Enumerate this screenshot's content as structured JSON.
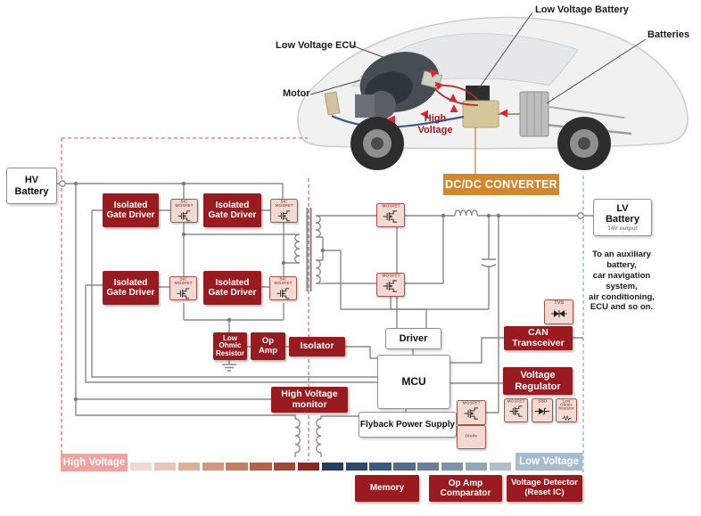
{
  "car": {
    "labels": {
      "low_voltage_battery": "Low Voltage Battery",
      "batteries": "Batteries",
      "low_voltage_ecu": "Low Voltage ECU",
      "motor": "Motor",
      "high_voltage": "High\nVoltage",
      "dcdc_converter": "DC/DC CONVERTER"
    }
  },
  "blocks": {
    "hv_battery": "HV\nBattery",
    "lv_battery": "LV\nBattery",
    "lv_battery_sub": "14V output",
    "isolated_gate_driver": "Isolated\nGate Driver",
    "low_ohmic_resistor": "Low\nOhmic\nResistor",
    "op_amp": "Op\nAmp",
    "isolator": "Isolator",
    "high_voltage_monitor": "High Voltage\nmonitor",
    "driver": "Driver",
    "mcu": "MCU",
    "flyback_power_supply": "Flyback Power Supply",
    "can_transceiver": "CAN\nTransceiver",
    "voltage_regulator": "Voltage\nRegulator",
    "aux_note": "To an auxiliary\nbattery,\ncar navigation\nsystem,\nair conditioning,\nECU and so on."
  },
  "chips": {
    "sic_mosfet": "SiC MOSFET",
    "mosfet": "MOSFET",
    "tvs": "TVS",
    "diode": "Diode",
    "sbd": "SBD",
    "low_ohmic_resistor": "Low Ohmic\nResistor"
  },
  "bottom": {
    "memory": "Memory",
    "op_amp_comparator": "Op Amp\nComparator",
    "voltage_detector": "Voltage Detector\n(Reset IC)",
    "high_voltage_label": "High Voltage",
    "low_voltage_label": "Low Voltage"
  },
  "colors": {
    "block_red": "#9a1b1f",
    "chip_pink": "#f2dad3",
    "chip_border": "#a4524c",
    "orange": "#d4872b",
    "hv_label_bg": "#f2a3a0",
    "lv_label_bg": "#a9bccb",
    "wire_gray": "#8a8a8a",
    "dashed_red": "#e57070",
    "dashed_blue_gray": "#9aaabb"
  },
  "gradient": {
    "segments": [
      "#f1d9d1",
      "#e9c4b7",
      "#e0ae99",
      "#d4967c",
      "#c77d62",
      "#b86148",
      "#a54532",
      "#8e2a1b",
      "#1e3e62",
      "#2c4a6f",
      "#3c5a7e",
      "#506d8e",
      "#64809d",
      "#7b93ac",
      "#93a7bc",
      "#adbecd"
    ]
  }
}
